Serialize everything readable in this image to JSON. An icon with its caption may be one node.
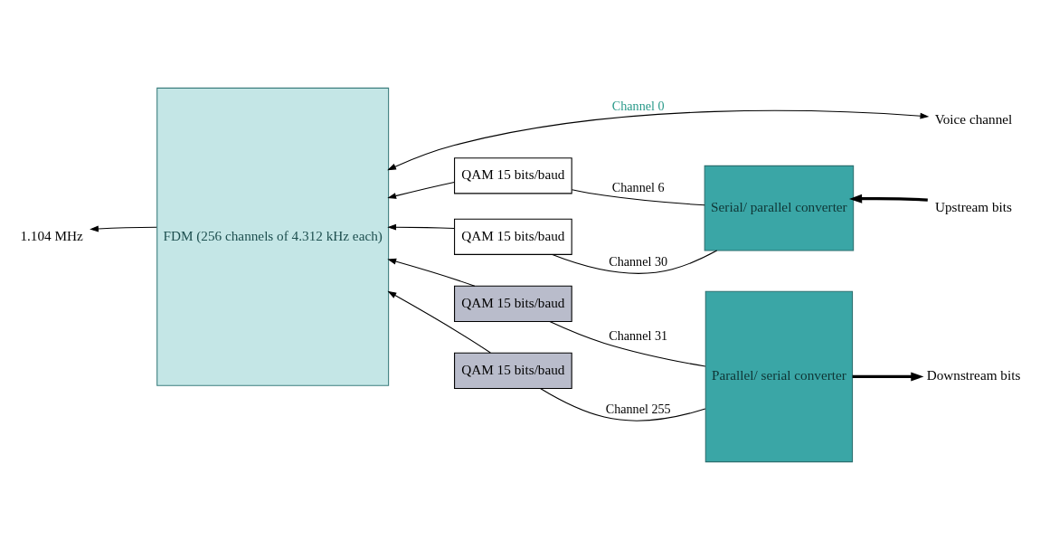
{
  "diagram": {
    "nodes": [
      {
        "text": [
          "1.104 MHz"
        ]
      },
      {
        "text": [
          "FDM (256 channels of 4.312 kHz each)"
        ]
      },
      {
        "text": [
          "Voice channel"
        ]
      },
      {
        "text": [
          "QAM 15 bits/baud"
        ]
      },
      {
        "text": [
          "QAM 15 bits/baud"
        ]
      },
      {
        "text": [
          "QAM 15 bits/baud"
        ]
      },
      {
        "text": [
          "QAM 15 bits/baud"
        ]
      },
      {
        "text": [
          "Serial/ parallel converter"
        ]
      },
      {
        "text": [
          "Parallel/ serial converter"
        ]
      },
      {
        "text": [
          "Upstream bits"
        ]
      },
      {
        "text": [
          "Downstream bits"
        ]
      }
    ],
    "edges": [
      {
        "from": 1,
        "to": 0,
        "arrow": "to"
      },
      {
        "from": 1,
        "to": 2,
        "arrow": "both",
        "label": "Channel 0"
      },
      {
        "from": 3,
        "to": 1,
        "arrow": "to"
      },
      {
        "from": 4,
        "to": 1,
        "arrow": "to"
      },
      {
        "from": 5,
        "to": 1,
        "arrow": "to"
      },
      {
        "from": 6,
        "to": 1,
        "arrow": "to"
      },
      {
        "from": 7,
        "to": 3,
        "arrow": "none",
        "label": "Channel 6"
      },
      {
        "from": 7,
        "to": 4,
        "arrow": "none",
        "label": "Channel 30"
      },
      {
        "from": 8,
        "to": 5,
        "arrow": "none",
        "label": "Channel 31"
      },
      {
        "from": 8,
        "to": 6,
        "arrow": "none",
        "label": "Channel 255"
      },
      {
        "from": 9,
        "to": 7,
        "arrow": "to",
        "style": "thick"
      },
      {
        "from": 8,
        "to": 10,
        "arrow": "to",
        "style": "thick"
      }
    ]
  }
}
